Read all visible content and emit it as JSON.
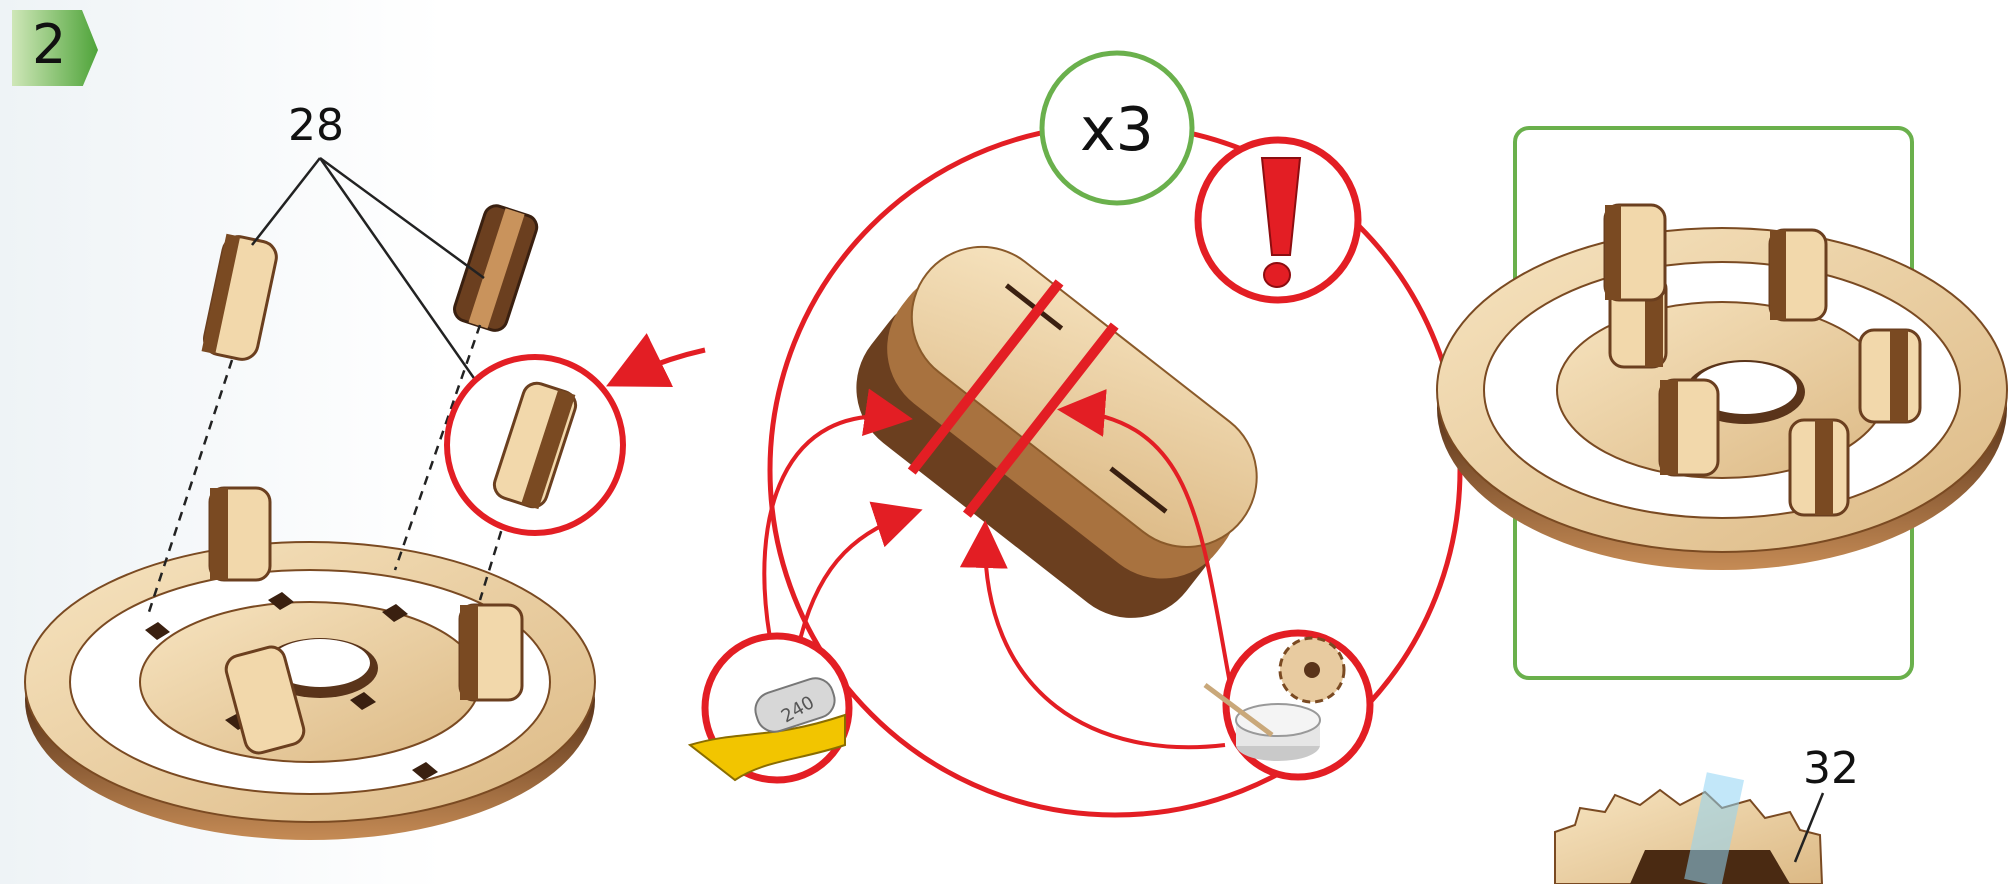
{
  "step": {
    "number": "2"
  },
  "callouts": {
    "part_28": "28",
    "part_32": "32",
    "quantity": "x3"
  },
  "icons": {
    "step_badge": "green-arrow-badge",
    "warning": "exclamation-icon",
    "sandpaper": "sandpaper-240-icon",
    "wax": "wax-gear-icon"
  },
  "sandpaper_grit": "240",
  "colors": {
    "accent_red": "#e31e24",
    "accent_green": "#6ab04c",
    "wood_light": "#f1d9ad",
    "wood_dark": "#6b3f1f"
  }
}
